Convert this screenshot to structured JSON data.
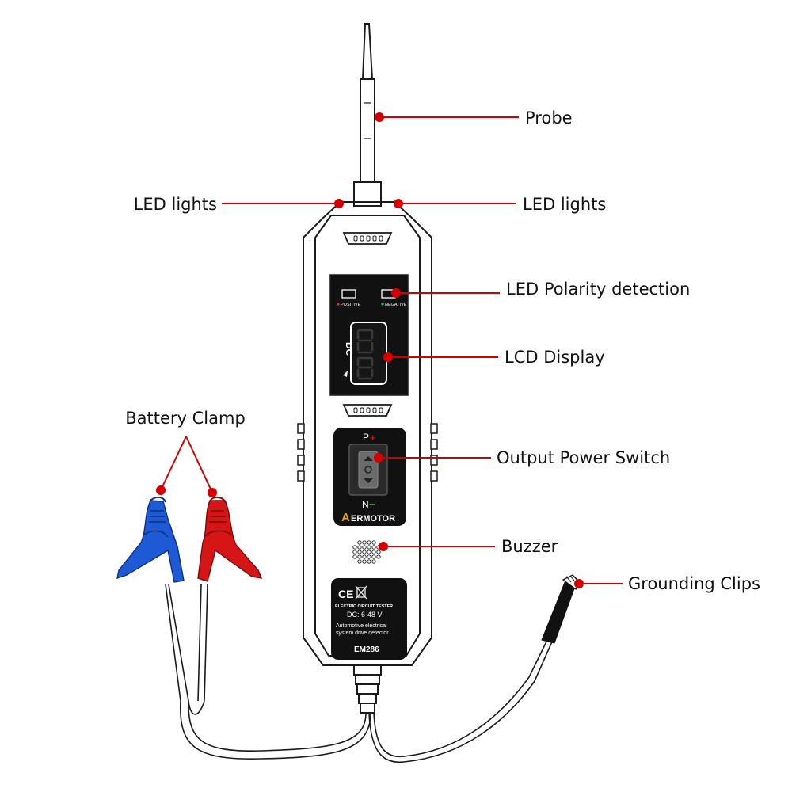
{
  "labels": {
    "probe": "Probe",
    "led_left": "LED lights",
    "led_right": "LED lights",
    "polarity": "LED Polarity detection",
    "lcd": "LCD Display",
    "switch": "Output Power Switch",
    "buzzer": "Buzzer",
    "grounding": "Grounding Clips",
    "battery": "Battery Clamp"
  },
  "device": {
    "positive": "POSITIVE",
    "negative": "NEGATIVE",
    "dc_mark": "DC",
    "p_label": "P",
    "p_sign": "+",
    "n_label": "N",
    "n_sign": "−",
    "brand_a": "A",
    "brand_rest": "ERMOTOR",
    "plate_title": "ELECTRIC CIRCUIT TESTER",
    "plate_range": "DC: 6-48 V",
    "plate_desc1": "Automotive electrical",
    "plate_desc2": "system drive detector",
    "plate_model": "EM286"
  },
  "colors": {
    "callout": "#d40000",
    "clamp_blue": "#1e5ad6",
    "clamp_red": "#d61616",
    "panel": "#111111",
    "brand_accent": "#e8a000"
  }
}
